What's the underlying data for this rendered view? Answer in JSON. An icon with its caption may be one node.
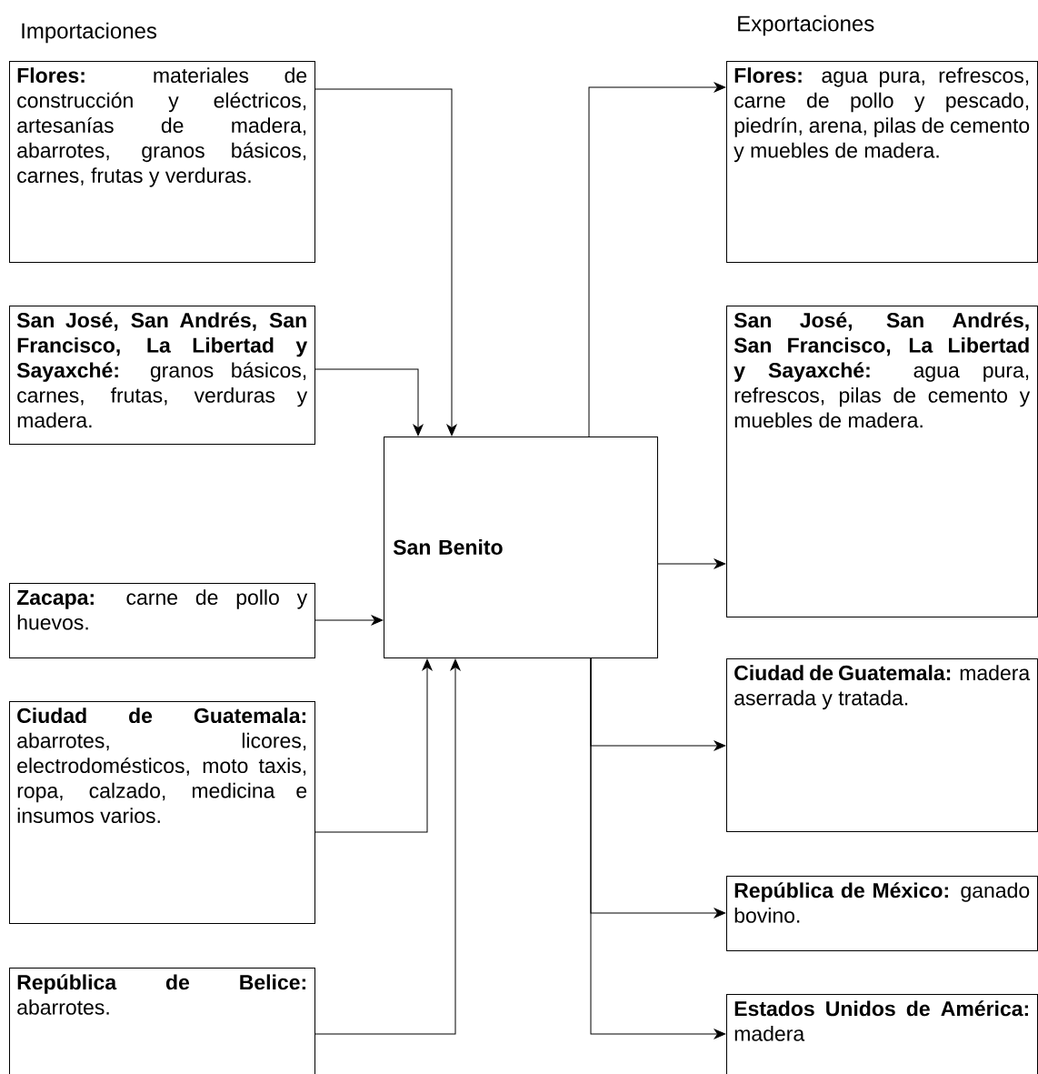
{
  "diagram": {
    "nodes": [
      {
        "text": [
          "**Flores:** materiales de construcción y eléctricos, artesanías de madera, abarrotes, granos básicos, carnes, frutas y verduras."
        ]
      },
      {
        "text": [
          "**San José, San Andrés, San Francisco, La Libertad y Sayaxché:** granos básicos, carnes, frutas, verduras y madera."
        ]
      },
      {
        "text": [
          "**Zacapa:** carne de pollo y huevos."
        ]
      },
      {
        "text": [
          "**Ciudad de Guatemala:** abarrotes, licores, electrodomésticos, moto taxis, ropa, calzado, medicina e insumos varios."
        ]
      },
      {
        "text": [
          "**República de Belice:** abarrotes."
        ]
      },
      {
        "text": [
          "San Benito"
        ]
      },
      {
        "text": [
          "**Flores:** agua pura, refrescos, carne de pollo y pescado, piedrín, arena, pilas de cemento y muebles de madera."
        ]
      },
      {
        "text": [
          "**San José, San Andrés, San Francisco, La Libertad y Sayaxché:** agua pura, refrescos, pilas de cemento y muebles de madera."
        ]
      },
      {
        "text": [
          "**Ciudad de Guatemala:** madera aserrada y tratada."
        ]
      },
      {
        "text": [
          "**República de México:** ganado bovino."
        ]
      },
      {
        "text": [
          "**Estados Unidos de América:** madera"
        ]
      }
    ],
    "edges": [
      {
        "from": 0,
        "to": 5,
        "arrow": "to"
      },
      {
        "from": 1,
        "to": 5,
        "arrow": "to"
      },
      {
        "from": 2,
        "to": 5,
        "arrow": "to"
      },
      {
        "from": 3,
        "to": 5,
        "arrow": "to"
      },
      {
        "from": 4,
        "to": 5,
        "arrow": "to"
      },
      {
        "from": 5,
        "to": 6,
        "arrow": "to"
      },
      {
        "from": 5,
        "to": 7,
        "arrow": "to"
      },
      {
        "from": 5,
        "to": 8,
        "arrow": "to"
      },
      {
        "from": 5,
        "to": 9,
        "arrow": "to"
      },
      {
        "from": 5,
        "to": 10,
        "arrow": "to"
      }
    ],
    "labels": [
      "Importaciones",
      "Exportaciones"
    ]
  }
}
